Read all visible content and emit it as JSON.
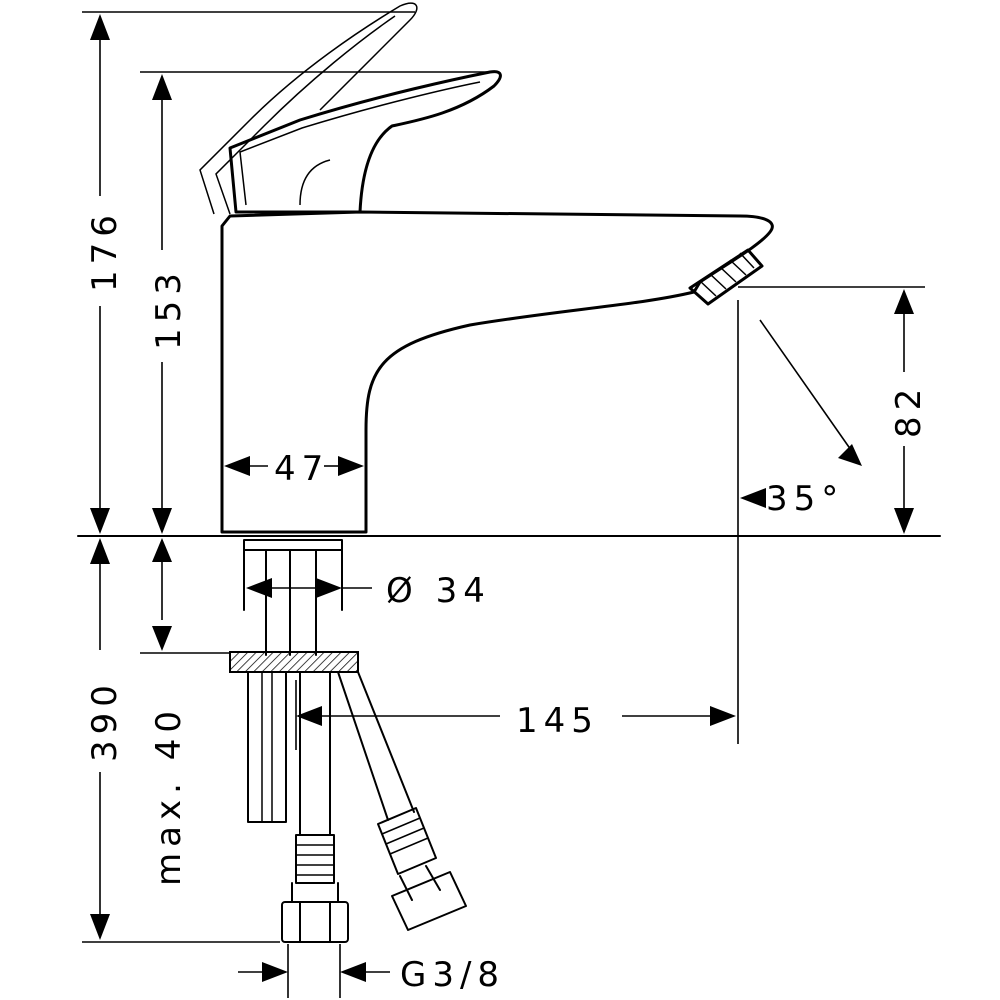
{
  "diagram": {
    "dimensions": {
      "overall_height": "176",
      "spout_height": "153",
      "body_width": "47",
      "outlet_height": "82",
      "spout_angle": "35°",
      "shank_diameter": "Ø 34",
      "max_thickness": "max. 40",
      "hose_length": "390",
      "projection": "145",
      "connection": "G3/8"
    }
  }
}
